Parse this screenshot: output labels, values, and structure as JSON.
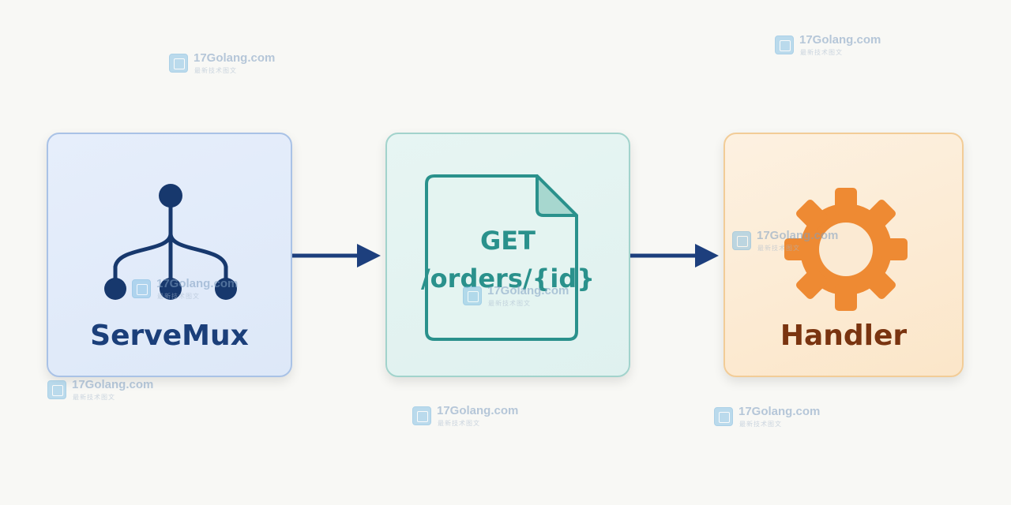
{
  "nodes": {
    "servemux": {
      "label": "ServeMux",
      "icon": "tree-branch-icon"
    },
    "route": {
      "method": "GET",
      "path": "/orders/{id}",
      "icon": "document-icon"
    },
    "handler": {
      "label": "Handler",
      "icon": "gear-icon"
    }
  },
  "edges": [
    {
      "from": "servemux",
      "to": "route"
    },
    {
      "from": "route",
      "to": "handler"
    }
  ],
  "watermark": {
    "title": "17Golang.com",
    "subtitle": "最新技术图文"
  },
  "colors": {
    "servemux_text": "#1b3f7a",
    "route_text": "#2a918c",
    "handler_text": "#7a3410",
    "gear": "#ee8a33",
    "arrow": "#1d3f7d"
  }
}
